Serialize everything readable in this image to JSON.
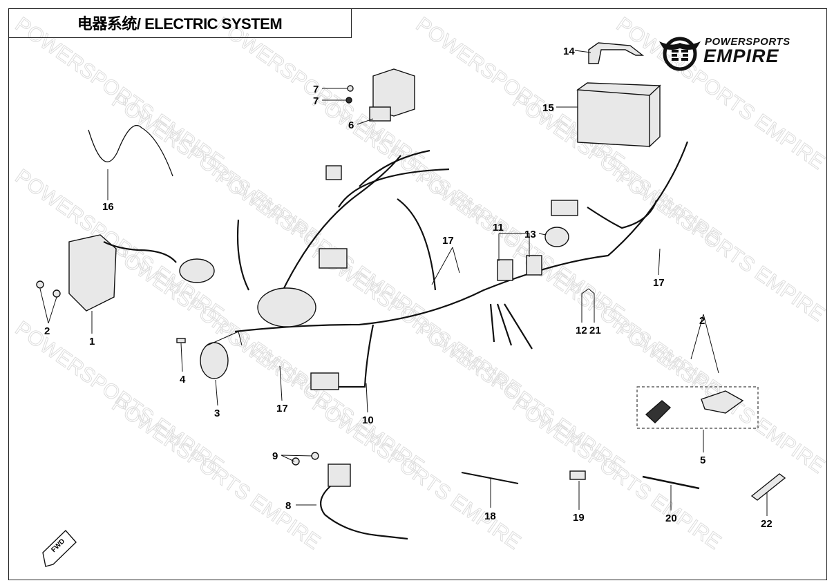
{
  "header": {
    "title": "电器系统/ ELECTRIC SYSTEM"
  },
  "logo": {
    "line1": "POWERSPORTS",
    "line2": "EMPIRE"
  },
  "watermark": "POWERSPORTS EMPIRE",
  "fwd_label": "FWD",
  "callouts": {
    "c14": "14",
    "c7a": "7",
    "c7b": "7",
    "c15": "15",
    "c6": "6",
    "c16": "16",
    "c11": "11",
    "c13": "13",
    "c17a": "17",
    "c17b": "17",
    "c2a": "2",
    "c1": "1",
    "c12": "12",
    "c21": "21",
    "c2b": "2",
    "c4": "4",
    "c3": "3",
    "c17c": "17",
    "c10": "10",
    "c5": "5",
    "c9": "9",
    "c8": "8",
    "c18": "18",
    "c19": "19",
    "c20": "20",
    "c22": "22"
  }
}
